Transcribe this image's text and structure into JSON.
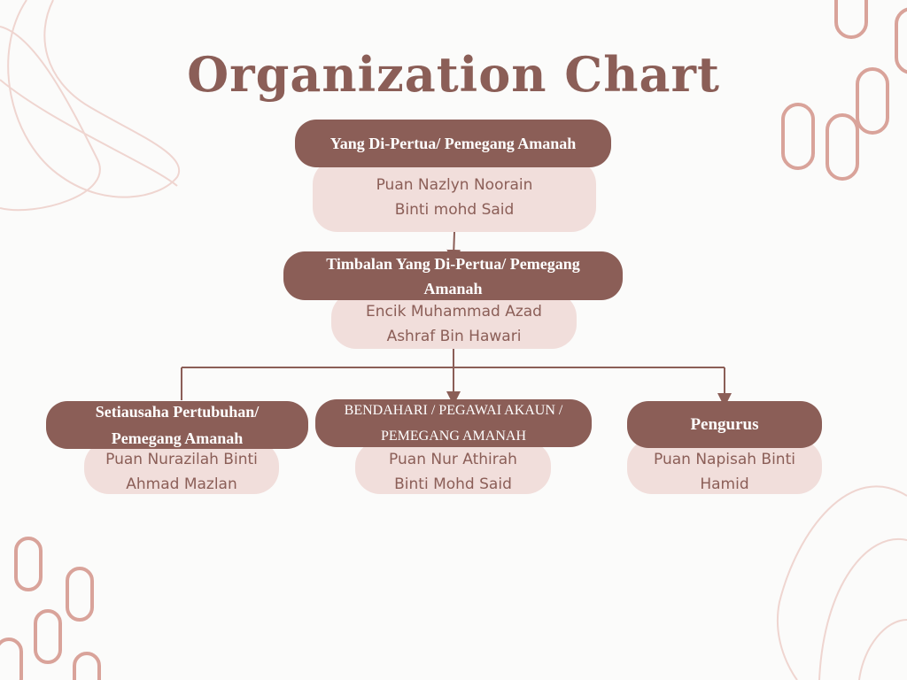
{
  "title": "Organization Chart",
  "colors": {
    "accent": "#8b5e57",
    "card": "#f1dedb",
    "decor": "#d9a39a",
    "background": "#fbfbfa"
  },
  "nodes": {
    "chairman": {
      "role": "Yang Di-Pertua/ Pemegang Amanah",
      "name_line1": "Puan Nazlyn Noorain",
      "name_line2": "Binti mohd Said"
    },
    "deputy": {
      "role_line1": "Timbalan Yang Di-Pertua/ Pemegang",
      "role_line2": "Amanah",
      "name_line1": "Encik Muhammad Azad",
      "name_line2": "Ashraf Bin Hawari"
    },
    "secretary": {
      "role_line1": "Setiausaha Pertubuhan/",
      "role_line2": "Pemegang Amanah",
      "name_line1": "Puan Nurazilah Binti",
      "name_line2": "Ahmad Mazlan"
    },
    "treasurer": {
      "role_line1": "BENDAHARI / PEGAWAI AKAUN /",
      "role_line2": "PEMEGANG AMANAH",
      "name_line1": "Puan Nur Athirah",
      "name_line2": "Binti Mohd Said"
    },
    "manager": {
      "role": "Pengurus",
      "name_line1": "Puan Napisah Binti",
      "name_line2": "Hamid"
    }
  }
}
